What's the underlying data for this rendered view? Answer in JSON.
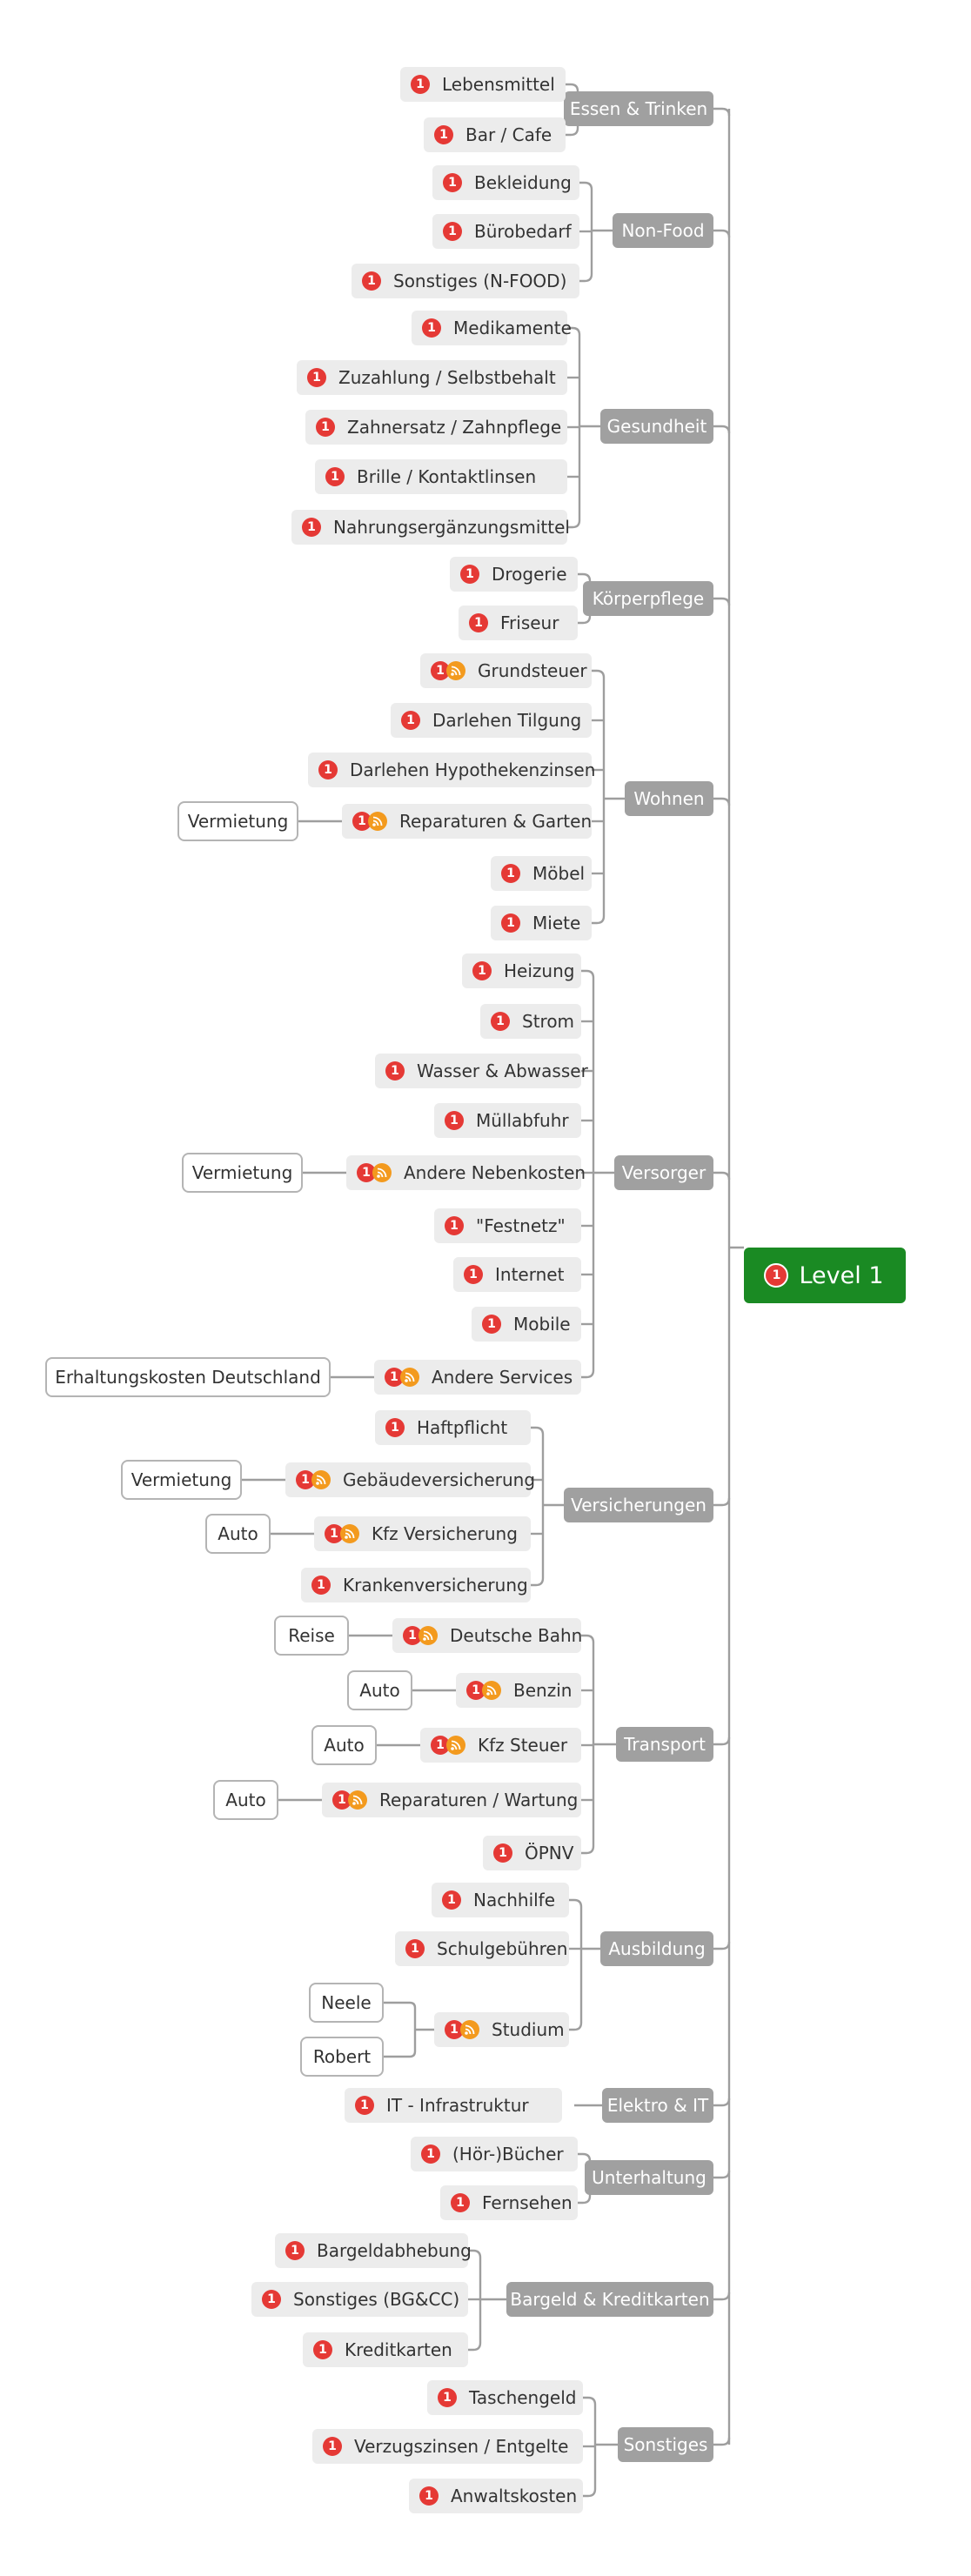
{
  "mindmap": {
    "root": {
      "label": "Level 1",
      "marker": "priority-1-icon"
    },
    "colors": {
      "root": "#1a8a23",
      "category": "#a0a0a0",
      "leaf": "#ececec",
      "priority": "#e53935",
      "feed": "#f39a1e",
      "line": "#9e9e9e"
    },
    "categories": [
      {
        "label": "Essen & Trinken",
        "children": [
          {
            "label": "Lebensmittel",
            "markers": [
              "priority"
            ]
          },
          {
            "label": "Bar / Cafe",
            "markers": [
              "priority"
            ]
          }
        ]
      },
      {
        "label": "Non-Food",
        "children": [
          {
            "label": "Bekleidung",
            "markers": [
              "priority"
            ]
          },
          {
            "label": "Bürobedarf",
            "markers": [
              "priority"
            ]
          },
          {
            "label": "Sonstiges (N-FOOD)",
            "markers": [
              "priority"
            ]
          }
        ]
      },
      {
        "label": "Gesundheit",
        "children": [
          {
            "label": "Medikamente",
            "markers": [
              "priority"
            ]
          },
          {
            "label": "Zuzahlung / Selbstbehalt",
            "markers": [
              "priority"
            ]
          },
          {
            "label": "Zahnersatz / Zahnpflege",
            "markers": [
              "priority"
            ]
          },
          {
            "label": "Brille / Kontaktlinsen",
            "markers": [
              "priority"
            ]
          },
          {
            "label": "Nahrungsergänzungsmittel",
            "markers": [
              "priority"
            ]
          }
        ]
      },
      {
        "label": "Körperpflege",
        "children": [
          {
            "label": "Drogerie",
            "markers": [
              "priority"
            ]
          },
          {
            "label": "Friseur",
            "markers": [
              "priority"
            ]
          }
        ]
      },
      {
        "label": "Wohnen",
        "children": [
          {
            "label": "Grundsteuer",
            "markers": [
              "priority",
              "feed"
            ]
          },
          {
            "label": "Darlehen Tilgung",
            "markers": [
              "priority"
            ]
          },
          {
            "label": "Darlehen Hypothekenzinsen",
            "markers": [
              "priority"
            ]
          },
          {
            "label": "Reparaturen & Garten",
            "markers": [
              "priority",
              "feed"
            ],
            "links": [
              "Vermietung"
            ]
          },
          {
            "label": "Möbel",
            "markers": [
              "priority"
            ]
          },
          {
            "label": "Miete",
            "markers": [
              "priority"
            ]
          }
        ]
      },
      {
        "label": "Versorger",
        "children": [
          {
            "label": "Heizung",
            "markers": [
              "priority"
            ]
          },
          {
            "label": "Strom",
            "markers": [
              "priority"
            ]
          },
          {
            "label": "Wasser & Abwasser",
            "markers": [
              "priority"
            ]
          },
          {
            "label": "Müllabfuhr",
            "markers": [
              "priority"
            ]
          },
          {
            "label": "Andere Nebenkosten",
            "markers": [
              "priority",
              "feed"
            ],
            "links": [
              "Vermietung"
            ]
          },
          {
            "label": "\"Festnetz\"",
            "markers": [
              "priority"
            ]
          },
          {
            "label": "Internet",
            "markers": [
              "priority"
            ]
          },
          {
            "label": "Mobile",
            "markers": [
              "priority"
            ]
          },
          {
            "label": "Andere Services",
            "markers": [
              "priority",
              "feed"
            ],
            "links": [
              "Erhaltungskosten Deutschland"
            ]
          }
        ]
      },
      {
        "label": "Versicherungen",
        "children": [
          {
            "label": "Haftpflicht",
            "markers": [
              "priority"
            ]
          },
          {
            "label": "Gebäudeversicherung",
            "markers": [
              "priority",
              "feed"
            ],
            "links": [
              "Vermietung"
            ]
          },
          {
            "label": "Kfz Versicherung",
            "markers": [
              "priority",
              "feed"
            ],
            "links": [
              "Auto"
            ]
          },
          {
            "label": "Krankenversicherung",
            "markers": [
              "priority"
            ]
          }
        ]
      },
      {
        "label": "Transport",
        "children": [
          {
            "label": "Deutsche Bahn",
            "markers": [
              "priority",
              "feed"
            ],
            "links": [
              "Reise"
            ]
          },
          {
            "label": "Benzin",
            "markers": [
              "priority",
              "feed"
            ],
            "links": [
              "Auto"
            ]
          },
          {
            "label": "Kfz Steuer",
            "markers": [
              "priority",
              "feed"
            ],
            "links": [
              "Auto"
            ]
          },
          {
            "label": "Reparaturen / Wartung",
            "markers": [
              "priority",
              "feed"
            ],
            "links": [
              "Auto"
            ]
          },
          {
            "label": "ÖPNV",
            "markers": [
              "priority"
            ]
          }
        ]
      },
      {
        "label": "Ausbildung",
        "children": [
          {
            "label": "Nachhilfe",
            "markers": [
              "priority"
            ]
          },
          {
            "label": "Schulgebühren",
            "markers": [
              "priority"
            ]
          },
          {
            "label": "Studium",
            "markers": [
              "priority",
              "feed"
            ],
            "links": [
              "Neele",
              "Robert"
            ]
          }
        ]
      },
      {
        "label": "Elektro & IT",
        "children": [
          {
            "label": "IT - Infrastruktur",
            "markers": [
              "priority"
            ]
          }
        ]
      },
      {
        "label": "Unterhaltung",
        "children": [
          {
            "label": "(Hör-)Bücher",
            "markers": [
              "priority"
            ]
          },
          {
            "label": "Fernsehen",
            "markers": [
              "priority"
            ]
          }
        ]
      },
      {
        "label": "Bargeld & Kreditkarten",
        "children": [
          {
            "label": "Bargeldabhebung",
            "markers": [
              "priority"
            ]
          },
          {
            "label": "Sonstiges (BG&CC)",
            "markers": [
              "priority"
            ]
          },
          {
            "label": "Kreditkarten",
            "markers": [
              "priority"
            ]
          }
        ]
      },
      {
        "label": "Sonstiges",
        "children": [
          {
            "label": "Taschengeld",
            "markers": [
              "priority"
            ]
          },
          {
            "label": "Verzugszinsen / Entgelte",
            "markers": [
              "priority"
            ]
          },
          {
            "label": "Anwaltskosten",
            "markers": [
              "priority"
            ]
          }
        ]
      }
    ]
  }
}
